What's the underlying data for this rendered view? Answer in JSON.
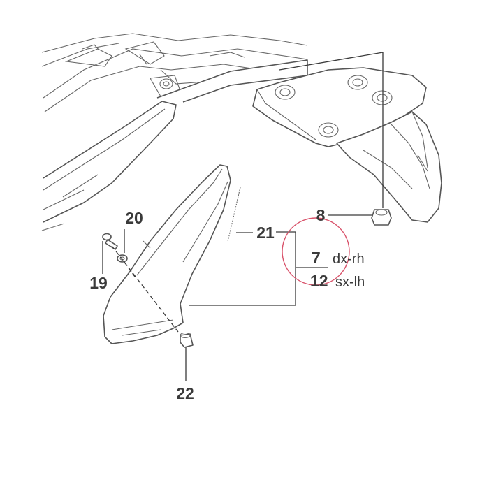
{
  "callouts": {
    "c8": {
      "number": "8"
    },
    "c7": {
      "number": "7",
      "side": "dx-rh"
    },
    "c12": {
      "number": "12",
      "side": "sx-lh"
    },
    "c19": {
      "number": "19"
    },
    "c20": {
      "number": "20"
    },
    "c21": {
      "number": "21"
    },
    "c22": {
      "number": "22"
    }
  },
  "colors": {
    "highlight_circle": "#d9536b",
    "line_art": "#3a3a3a"
  }
}
